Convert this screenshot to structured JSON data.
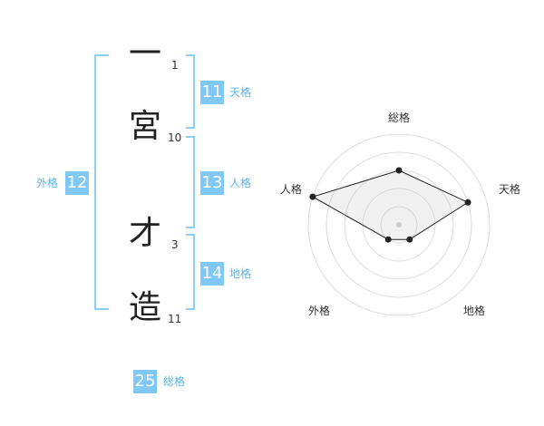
{
  "name_chars": [
    {
      "char": "一",
      "strokes": "1"
    },
    {
      "char": "宮",
      "strokes": "10"
    },
    {
      "char": "才",
      "strokes": "3"
    },
    {
      "char": "造",
      "strokes": "11"
    }
  ],
  "fortunes": {
    "tenkaku": {
      "value": "11",
      "label": "天格"
    },
    "jinkaku": {
      "value": "13",
      "label": "人格"
    },
    "chikaku": {
      "value": "14",
      "label": "地格"
    },
    "gaikaku": {
      "value": "12",
      "label": "外格"
    },
    "soukaku": {
      "value": "25",
      "label": "総格"
    }
  },
  "colors": {
    "accent": "#7fc8f8",
    "label": "#5ab4ec",
    "bracket": "#8ccff7"
  },
  "chart_data": {
    "type": "radar",
    "axes": [
      "総格",
      "天格",
      "地格",
      "外格",
      "人格"
    ],
    "values": [
      3,
      4,
      1,
      1,
      5
    ],
    "rmax": 5,
    "rings": 5
  }
}
